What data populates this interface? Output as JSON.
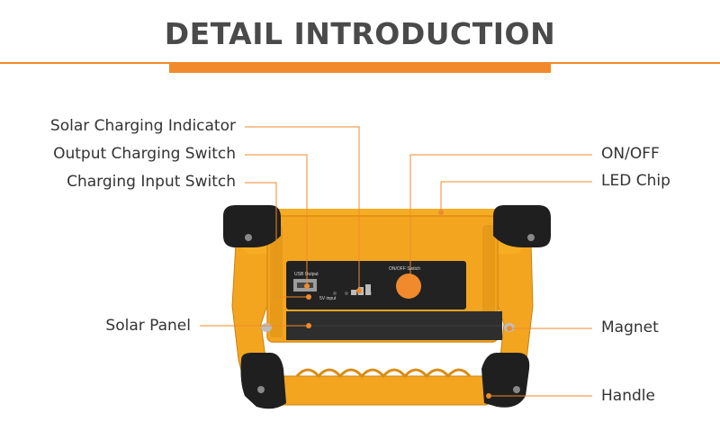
{
  "header": {
    "title": "DETAIL INTRODUCTION"
  },
  "callouts": {
    "solar_charging_indicator": "Solar Charging Indicator",
    "output_charging_switch": "Output Charging Switch",
    "charging_input_switch": "Charging Input Switch",
    "solar_panel": "Solar Panel",
    "on_off": "ON/OFF",
    "led_chip": "LED Chip",
    "magnet": "Magnet",
    "handle": "Handle"
  },
  "device_panel": {
    "usb_output": "USB Output",
    "input_label": "5V input",
    "switch_label": "ON/OFF Switch"
  },
  "colors": {
    "accent": "#f08a2c",
    "body_yellow": "#f3a51f",
    "rubber": "#1f1f1f",
    "panel": "#2b2b2b"
  }
}
